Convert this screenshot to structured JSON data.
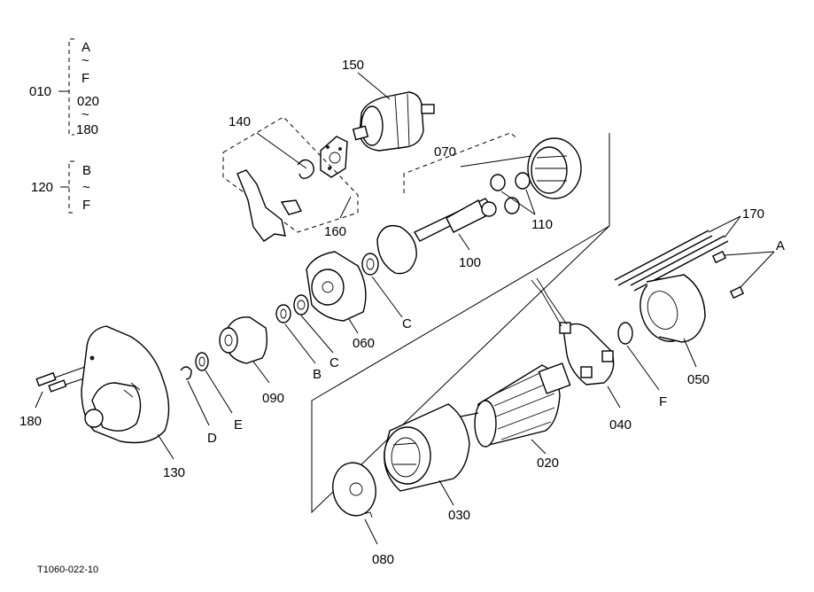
{
  "diagram": {
    "footer_code": "T1060-022-10",
    "groups": [
      {
        "id": "010",
        "label": "010",
        "members": [
          "A",
          "~",
          "F",
          "020",
          "~",
          "180"
        ]
      },
      {
        "id": "120",
        "label": "120",
        "members": [
          "B",
          "~",
          "F"
        ]
      }
    ],
    "callouts": {
      "p150": "150",
      "p140": "140",
      "p160": "160",
      "p070": "070",
      "p110": "110",
      "p100": "100",
      "p170": "170",
      "pA": "A",
      "pC1": "C",
      "pC2": "C",
      "p060": "060",
      "pB": "B",
      "p090": "090",
      "pE": "E",
      "pD": "D",
      "p180": "180",
      "p130": "130",
      "p050": "050",
      "pF": "F",
      "p040": "040",
      "p020": "020",
      "p030": "030",
      "p080": "080"
    }
  }
}
